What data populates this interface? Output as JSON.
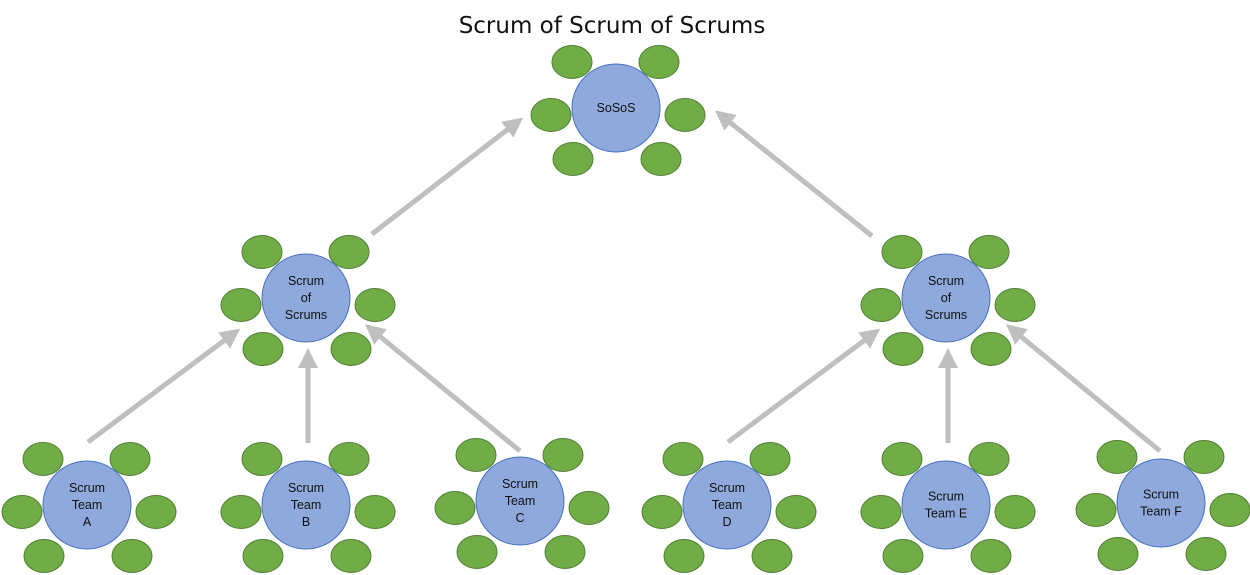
{
  "title": "Scrum of Scrum of Scrums",
  "colors": {
    "center_fill": "#8FA9DC",
    "center_stroke": "#4472C4",
    "member_fill": "#70AD47",
    "member_stroke": "#507E32",
    "arrow": "#BFBFBF"
  },
  "nodes": {
    "sosos": {
      "label": [
        "SoSoS"
      ]
    },
    "sos_left": {
      "label": [
        "Scrum",
        "of",
        "Scrums"
      ]
    },
    "sos_right": {
      "label": [
        "Scrum",
        "of",
        "Scrums"
      ]
    },
    "team_a": {
      "label": [
        "Scrum",
        "Team",
        "A"
      ]
    },
    "team_b": {
      "label": [
        "Scrum",
        "Team",
        "B"
      ]
    },
    "team_c": {
      "label": [
        "Scrum",
        "Team",
        "C"
      ]
    },
    "team_d": {
      "label": [
        "Scrum",
        "Team",
        "D"
      ]
    },
    "team_e": {
      "label": [
        "Scrum",
        "Team E"
      ]
    },
    "team_f": {
      "label": [
        "Scrum",
        "Team F"
      ]
    }
  }
}
